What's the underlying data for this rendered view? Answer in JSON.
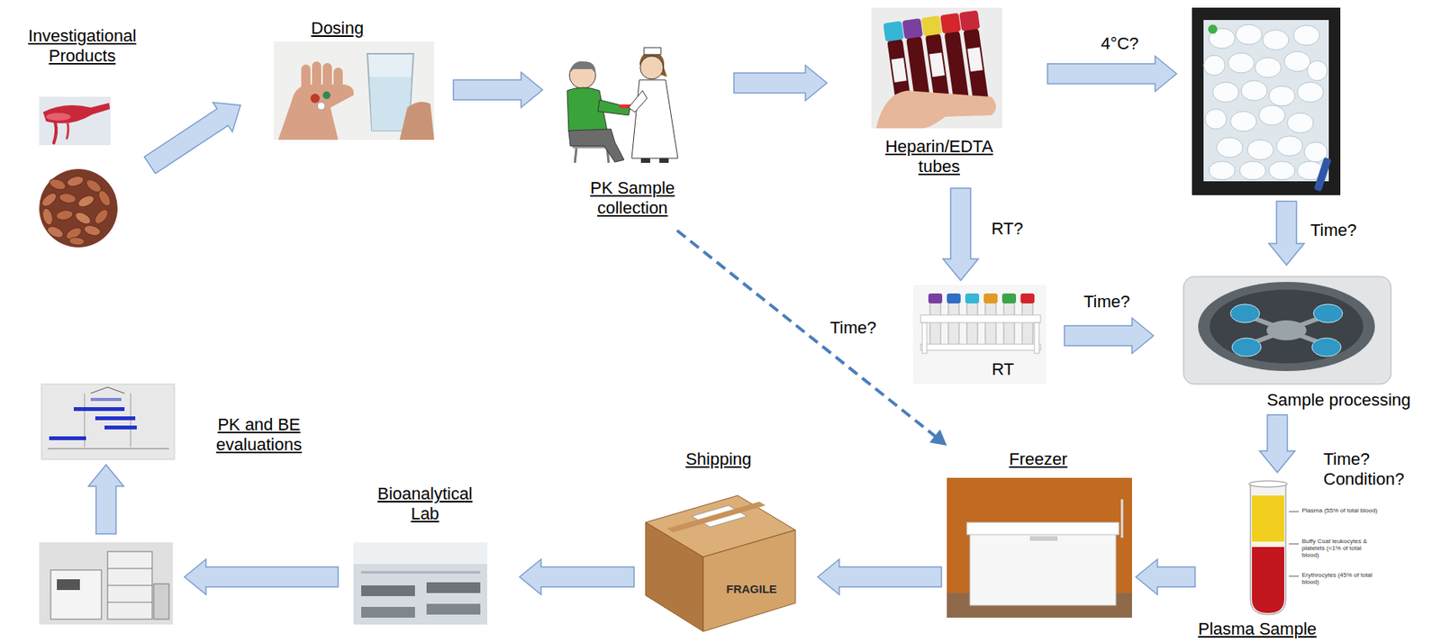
{
  "diagram": {
    "nodes": [
      {
        "text": [
          "Investigational Products"
        ]
      },
      {
        "text": [
          "Dosing"
        ]
      },
      {
        "text": [
          "PK Sample collection"
        ]
      },
      {
        "text": [
          "Heparin/EDTA tubes"
        ]
      },
      {
        "text": [
          "RT"
        ]
      },
      {
        "text": [
          "Sample processing"
        ]
      },
      {
        "text": [
          "PK and BE evaluations"
        ]
      },
      {
        "text": [
          "Bioanalytical Lab"
        ]
      },
      {
        "text": [
          "Shipping"
        ]
      },
      {
        "text": [
          "Freezer"
        ]
      },
      {
        "text": [
          "Plasma Sample"
        ]
      }
    ],
    "edges": [
      {
        "from": 0,
        "to": 1,
        "arrow": "to"
      },
      {
        "from": 1,
        "to": 2,
        "arrow": "to"
      },
      {
        "from": 2,
        "to": 3,
        "arrow": "to"
      },
      {
        "from": 3,
        "to": 4,
        "label": "RT?",
        "arrow": "to"
      },
      {
        "from": 4,
        "to": 5,
        "label": "Time?",
        "arrow": "to"
      },
      {
        "from": 5,
        "to": 10,
        "label": "Time? Condition?",
        "arrow": "to"
      },
      {
        "from": 10,
        "to": 9,
        "arrow": "to"
      },
      {
        "from": 9,
        "to": 8,
        "arrow": "to"
      },
      {
        "from": 8,
        "to": 7,
        "arrow": "to"
      },
      {
        "from": 2,
        "to": 9,
        "label": "Time?",
        "arrow": "to"
      }
    ],
    "labels": [
      "4°C?",
      "Time?",
      "FRAGILE",
      "Plasma (55% of total blood)",
      "Buffy Coat leukocytes & platelets (<1% of total blood)",
      "Erythrocytes (45% of total blood)"
    ]
  }
}
